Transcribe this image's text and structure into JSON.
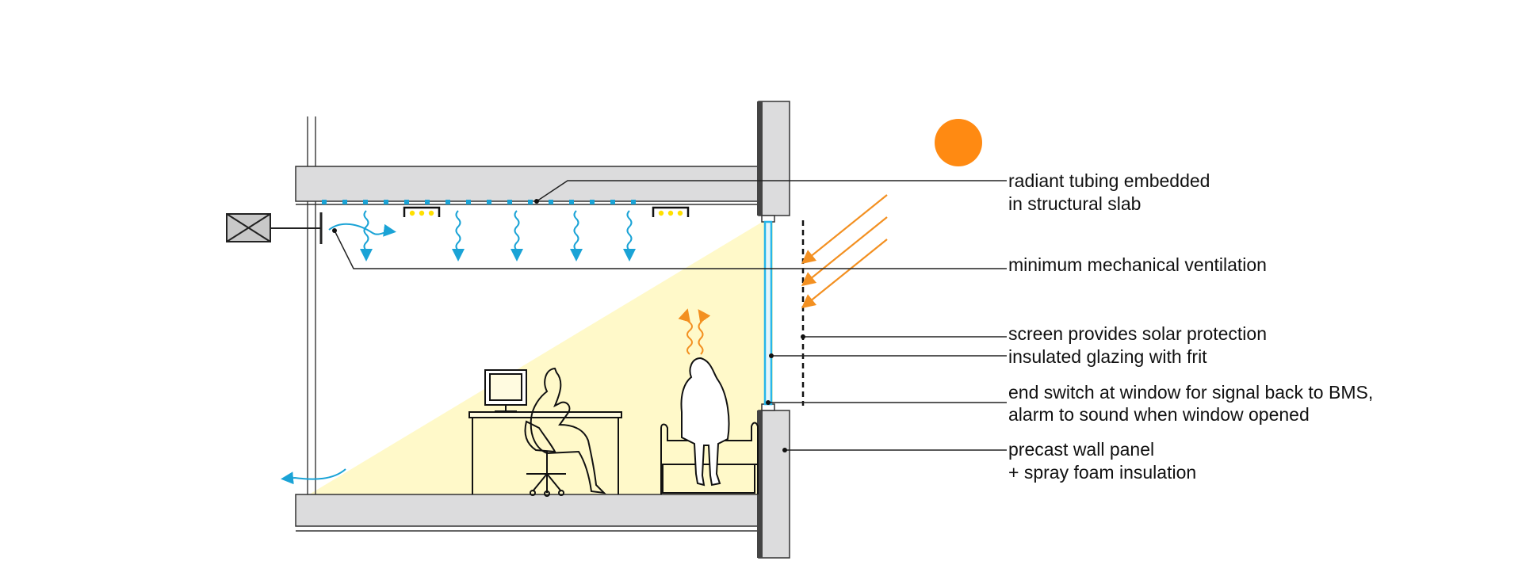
{
  "labels": {
    "radiant_line1": "radiant tubing embedded",
    "radiant_line2": "in structural slab",
    "ventilation": "minimum mechanical ventilation",
    "screen": "screen provides solar protection",
    "glazing": "insulated glazing with frit",
    "end_switch_line1": "end switch at window for signal back to BMS,",
    "end_switch_line2": "alarm to sound when window opened",
    "wall_line1": "precast wall panel",
    "wall_line2": "+ spray foam insulation"
  },
  "colors": {
    "sun": "#ff8a12",
    "solar_rays": "#f39021",
    "heat_waves": "#f39021",
    "cooling_waves": "#1aa3d6",
    "glazing": "#27b6e8",
    "daylight": "#fff9c9",
    "concrete": "#dcdcdd",
    "leader_lines": "#222222",
    "light_fixture": "#ffe000"
  },
  "icons": [
    "sun-icon",
    "ventilation-unit-icon",
    "computer-icon",
    "seated-person-icon",
    "standing-person-icon",
    "ceiling-light-icon"
  ]
}
